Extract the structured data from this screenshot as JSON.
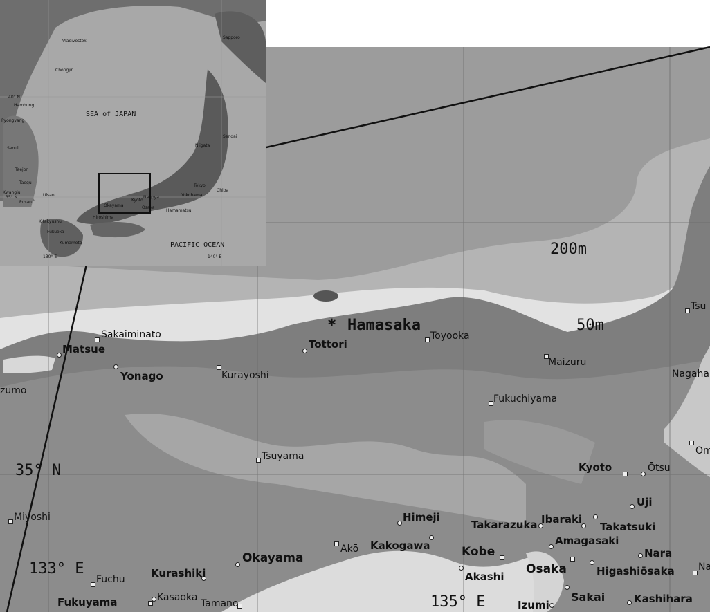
{
  "inset": {
    "sea": "SEA of JAPAN",
    "ocean": "PACIFIC OCEAN",
    "lat_label": "40° N",
    "lat_label2": "35° N",
    "lon_label1": "130° E",
    "lon_label2": "140° E",
    "places": [
      "Sapporo",
      "Vladivostok",
      "Chongjin",
      "Hamhung",
      "Pyongyang",
      "Seoul",
      "Taejon",
      "Taegu",
      "Pusan",
      "Ulsan",
      "Kwangju",
      "Kitakyushu",
      "Fukuoka",
      "Kumamoto",
      "Hiroshima",
      "Okayama",
      "Kyoto",
      "Nagoya",
      "Osaka",
      "Hamamatsu",
      "Yokohama",
      "Tokyo",
      "Chiba",
      "Niigata",
      "Sendai"
    ]
  },
  "map": {
    "depth_200": "200m",
    "depth_50": "50m",
    "hamasaka_marker": "*",
    "hamasaka": "Hamasaka",
    "lat_35": "35° N",
    "lon_133": "133° E",
    "lon_135": "135° E",
    "cities": {
      "sakaiminato": "Sakaiminato",
      "matsue": "Matsue",
      "yonago": "Yonago",
      "izumo": "zumo",
      "kurayoshi": "Kurayoshi",
      "tottori": "Tottori",
      "toyooka": "Toyooka",
      "maizuru": "Maizuru",
      "tsu": "Tsu",
      "nagaha": "Nagaha",
      "fukuchiyama": "Fukuchiyama",
      "tsuyama": "Tsuyama",
      "kyoto": "Kyoto",
      "otsu": "Ōtsu",
      "omi": "Ōm",
      "uji": "Uji",
      "miyoshi": "Miyoshi",
      "himeji": "Himeji",
      "takarazuka": "Takarazuka",
      "ibaraki": "Ibaraki",
      "takatsuki": "Takatsuki",
      "amagasaki": "Amagasaki",
      "ako": "Akō",
      "kakogawa": "Kakogawa",
      "kobe": "Kobe",
      "nara": "Nara",
      "okayama": "Okayama",
      "akashi": "Akashi",
      "osaka": "Osaka",
      "higashiosaka": "Higashiōsaka",
      "na": "Na",
      "fuchu": "Fuchū",
      "kurashiki": "Kurashiki",
      "sakai": "Sakai",
      "fukuyama": "Fukuyama",
      "kasaoka": "Kasaoka",
      "tamano": "Tamano",
      "izumi": "Izumi",
      "kashihara": "Kashihara"
    }
  }
}
